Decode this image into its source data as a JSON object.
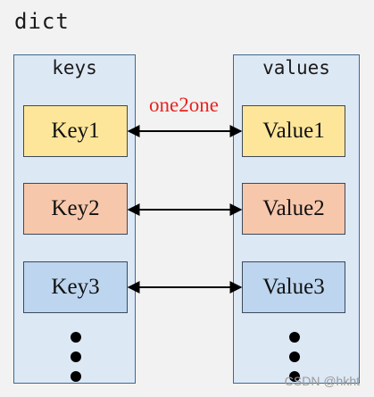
{
  "title": "dict",
  "keys_column": {
    "label": "keys",
    "items": [
      "Key1",
      "Key2",
      "Key3"
    ]
  },
  "values_column": {
    "label": "values",
    "items": [
      "Value1",
      "Value2",
      "Value3"
    ]
  },
  "relation": {
    "label": "one2one"
  },
  "colors": {
    "row1": "#fde69a",
    "row2": "#f7c7ac",
    "row3": "#bdd5ee",
    "column_fill": "#dde8f5",
    "column_border": "#3f6891",
    "relation_text": "#e8231f"
  },
  "icons": [
    "ellipsis-dot-icon"
  ],
  "watermark": "CSDN @hkht"
}
